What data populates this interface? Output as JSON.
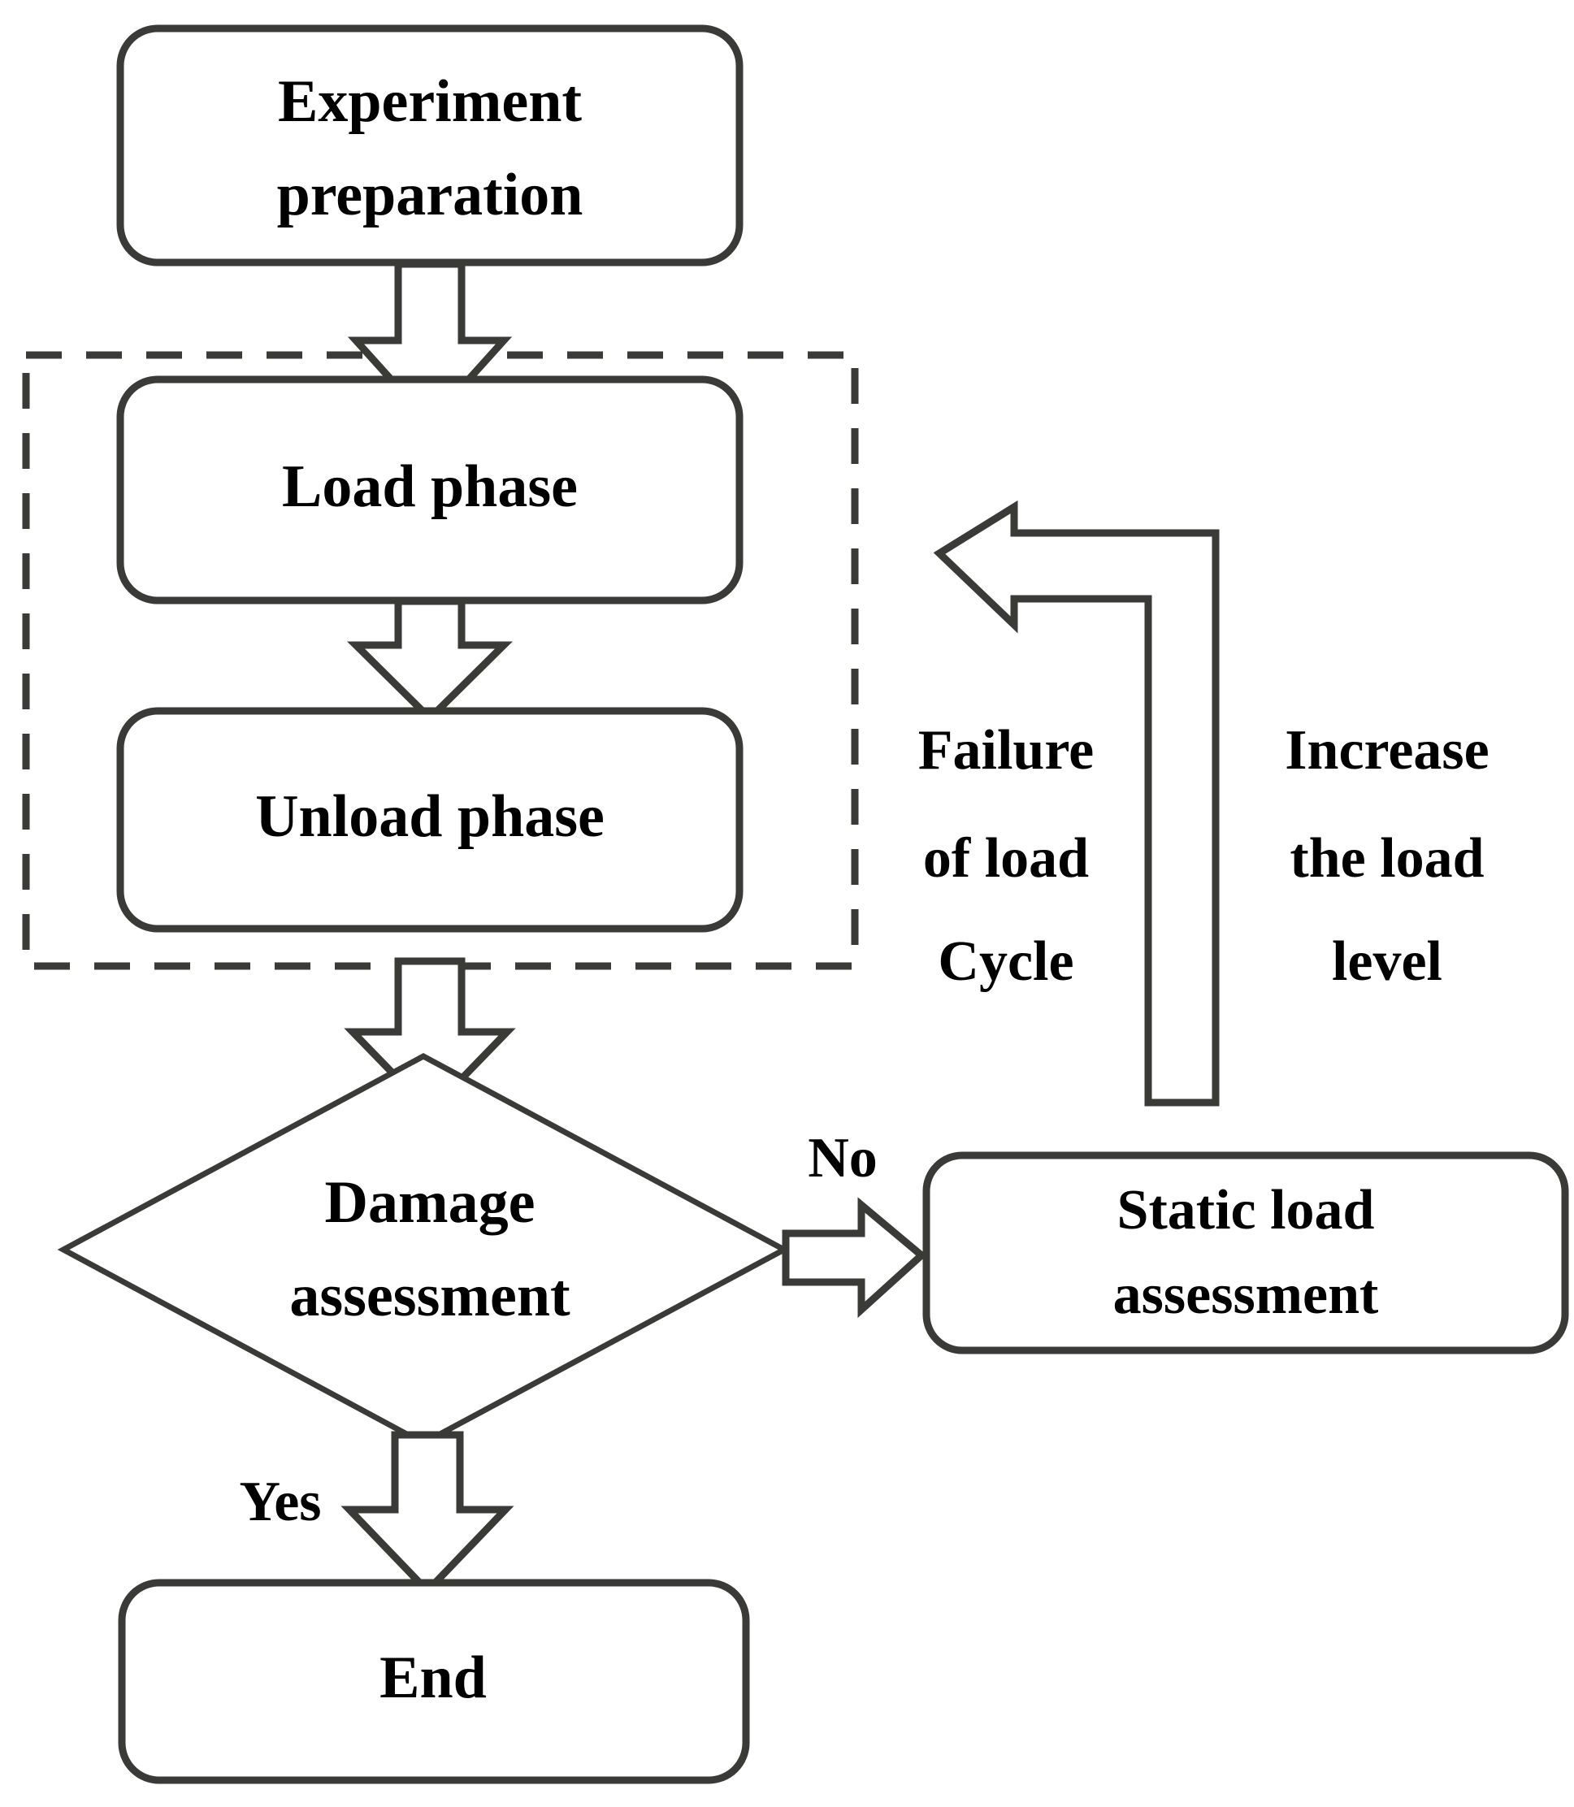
{
  "diagram": {
    "type": "flowchart",
    "title": "",
    "background_color": "#ffffff",
    "stroke_color": "#3a3a36",
    "text_color": "#000000",
    "nodes": [
      {
        "id": "experiment-preparation",
        "shape": "rounded-rectangle",
        "lines": [
          "Experiment",
          "preparation"
        ]
      },
      {
        "id": "load-phase",
        "shape": "rounded-rectangle",
        "lines": [
          "Load phase"
        ]
      },
      {
        "id": "unload-phase",
        "shape": "rounded-rectangle",
        "lines": [
          "Unload phase"
        ]
      },
      {
        "id": "damage-assessment",
        "shape": "diamond",
        "lines": [
          "Damage",
          "assessment"
        ]
      },
      {
        "id": "static-load-assessment",
        "shape": "rounded-rectangle",
        "lines": [
          "Static load",
          "assessment"
        ]
      },
      {
        "id": "end",
        "shape": "rounded-rectangle",
        "lines": [
          "End"
        ]
      }
    ],
    "group": {
      "id": "load-cycle-group",
      "style": "dashed-rectangle",
      "label": ""
    },
    "edge_labels": {
      "no": "No",
      "yes": "Yes",
      "failure_of_load_cycle": [
        "Failure",
        "of load",
        "Cycle"
      ],
      "increase_the_load_level": [
        "Increase",
        "the load",
        "level"
      ]
    },
    "edges": [
      {
        "from": "experiment-preparation",
        "to": "load-phase",
        "label": "",
        "direction": "down"
      },
      {
        "from": "load-phase",
        "to": "unload-phase",
        "label": "",
        "direction": "down"
      },
      {
        "from": "load-cycle-group",
        "to": "damage-assessment",
        "label": "",
        "direction": "down"
      },
      {
        "from": "damage-assessment",
        "to": "static-load-assessment",
        "label": "No",
        "direction": "right"
      },
      {
        "from": "damage-assessment",
        "to": "end",
        "label": "Yes",
        "direction": "down"
      },
      {
        "from": "static-load-assessment",
        "to": "load-cycle-group",
        "label": "Failure of load Cycle / Increase the load level",
        "direction": "up-left"
      }
    ]
  }
}
